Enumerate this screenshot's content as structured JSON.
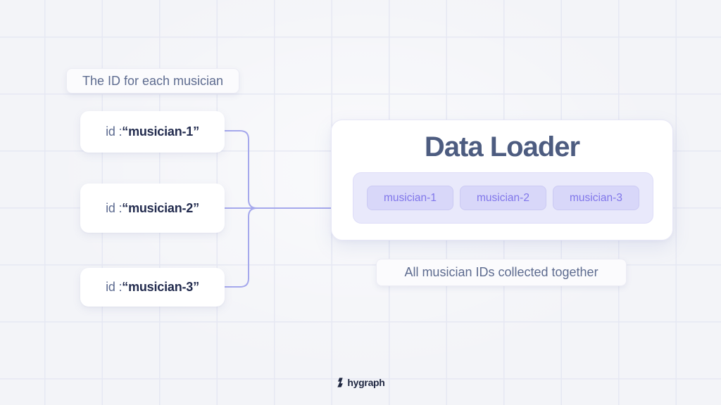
{
  "labels": {
    "top_note": "The ID for each musician",
    "bottom_note": "All musician IDs collected together"
  },
  "id_cards": [
    {
      "prefix": "id : ",
      "value": "“musician-1”"
    },
    {
      "prefix": "id : ",
      "value": "“musician-2”"
    },
    {
      "prefix": "id : ",
      "value": "“musician-3”"
    }
  ],
  "data_loader": {
    "title": "Data Loader",
    "chips": [
      "musician-1",
      "musician-2",
      "musician-3"
    ]
  },
  "footer": {
    "brand": "hygraph"
  },
  "colors": {
    "background": "#f3f4f8",
    "grid_line": "#e6e8f3",
    "connector": "#a5a8ec",
    "note_text": "#5d6b8f",
    "id_prefix_text": "#5d6b90",
    "id_value_text": "#222b4e",
    "loader_title_text": "#4d5c80",
    "container_bg": "#e9e9fb",
    "container_border": "#deddf8",
    "chip_bg": "#d8d7f9",
    "chip_border": "#cbcaf3",
    "chip_text": "#8076ea",
    "brand_text": "#1e2640"
  }
}
